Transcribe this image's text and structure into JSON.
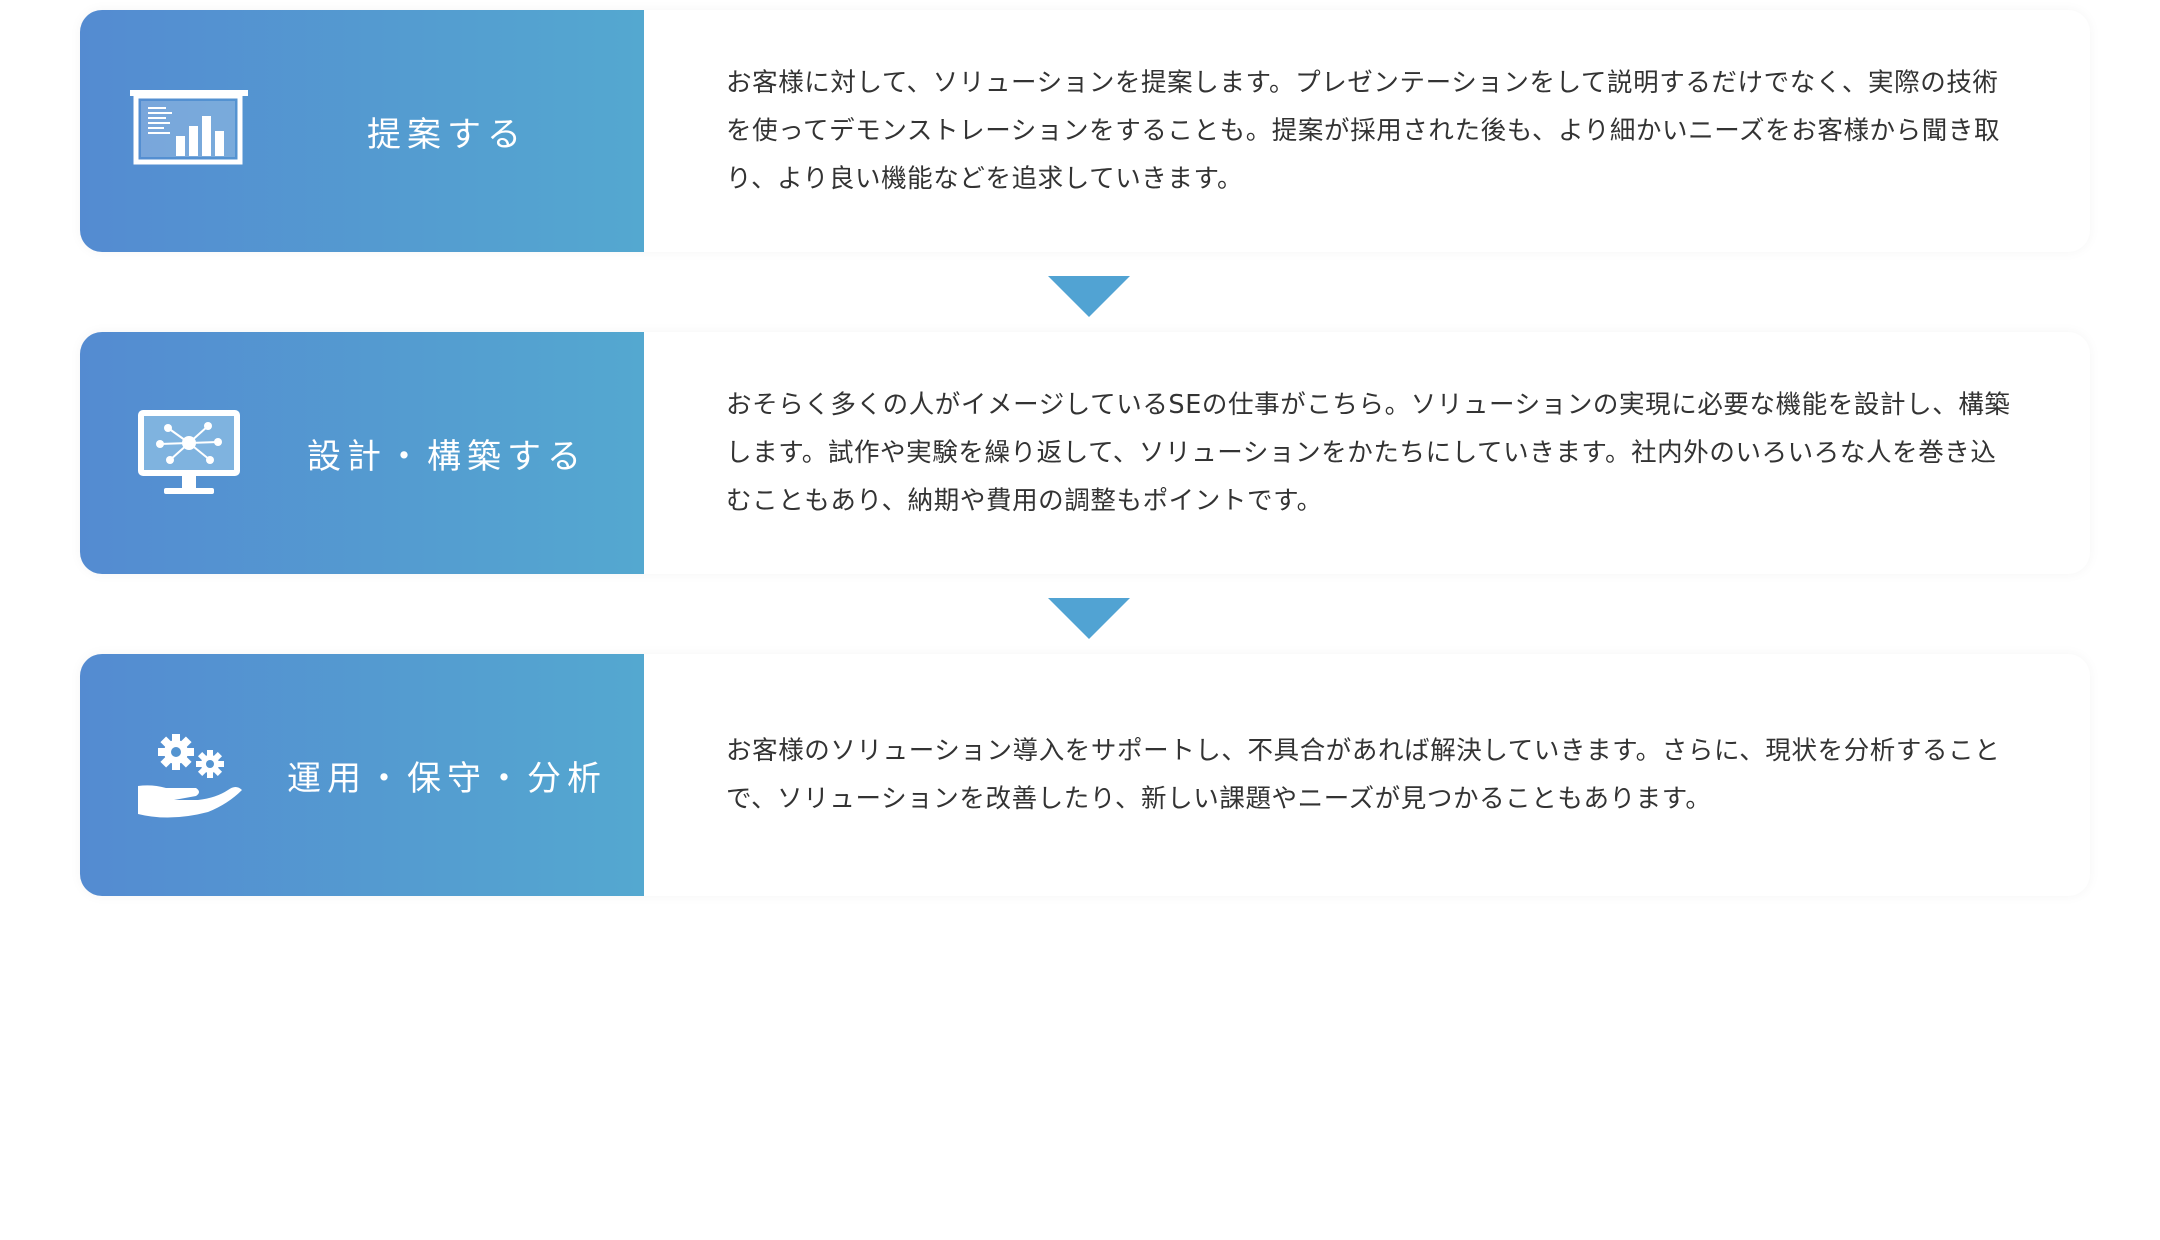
{
  "steps": [
    {
      "title": "提案する",
      "icon": "presentation-chart-icon",
      "description": "お客様に対して、ソリューションを提案します。プレゼンテーションをして説明するだけでなく、実際の技術を使ってデモンストレーションをすることも。提案が採用された後も、より細かいニーズをお客様から聞き取り、より良い機能などを追求していきます。"
    },
    {
      "title": "設計・構築する",
      "icon": "monitor-network-icon",
      "description": "おそらく多くの人がイメージしているSEの仕事がこちら。ソリューションの実現に必要な機能を設計し、構築します。試作や実験を繰り返して、ソリューションをかたちにしていきます。社内外のいろいろな人を巻き込むこともあり、納期や費用の調整もポイントです。"
    },
    {
      "title": "運用・保守・分析",
      "icon": "hand-gears-icon",
      "description": "お客様のソリューション導入をサポートし、不具合があれば解決していきます。さらに、現状を分析することで、ソリューションを改善したり、新しい課題やニーズが見つかることもあります。"
    }
  ],
  "colors": {
    "header_gradient_start": "#548bd1",
    "header_gradient_end": "#54a8d0",
    "arrow": "#51a3d3",
    "text": "#333333"
  }
}
